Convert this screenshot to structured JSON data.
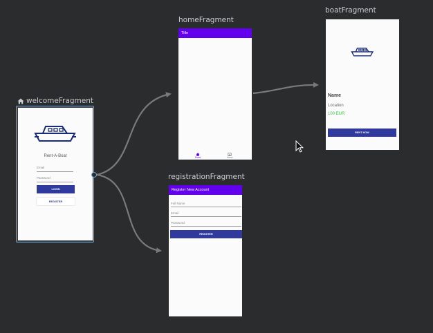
{
  "colors": {
    "canvas": "#2b2c2e",
    "appbar": "#6200ee",
    "button": "#2f3a9c",
    "selection": "#6aa6d6",
    "arrow": "#7a7a7a",
    "price": "#2ecc40"
  },
  "start_destination_icon": "home-icon",
  "welcome": {
    "title": "welcomeFragment",
    "app_name": "Rent-A-Boat",
    "email_hint": "Email",
    "password_hint": "Password",
    "login_label": "LOGIN",
    "register_label": "REGISTER"
  },
  "home": {
    "title": "homeFragment",
    "appbar_title": "Title",
    "nav_items": [
      {
        "label": "Feed",
        "icon": "home-icon"
      },
      {
        "label": "Ideas",
        "icon": "image-icon"
      }
    ]
  },
  "boat": {
    "title": "boatFragment",
    "name": "Name",
    "location": "Location",
    "price": "100 EUR",
    "rent_label": "RENT NOW"
  },
  "registration": {
    "title": "registrationFragment",
    "appbar_title": "Register New Account",
    "full_name_hint": "Full Name",
    "email_hint": "Email",
    "password_hint": "Password",
    "register_label": "REGISTER"
  }
}
